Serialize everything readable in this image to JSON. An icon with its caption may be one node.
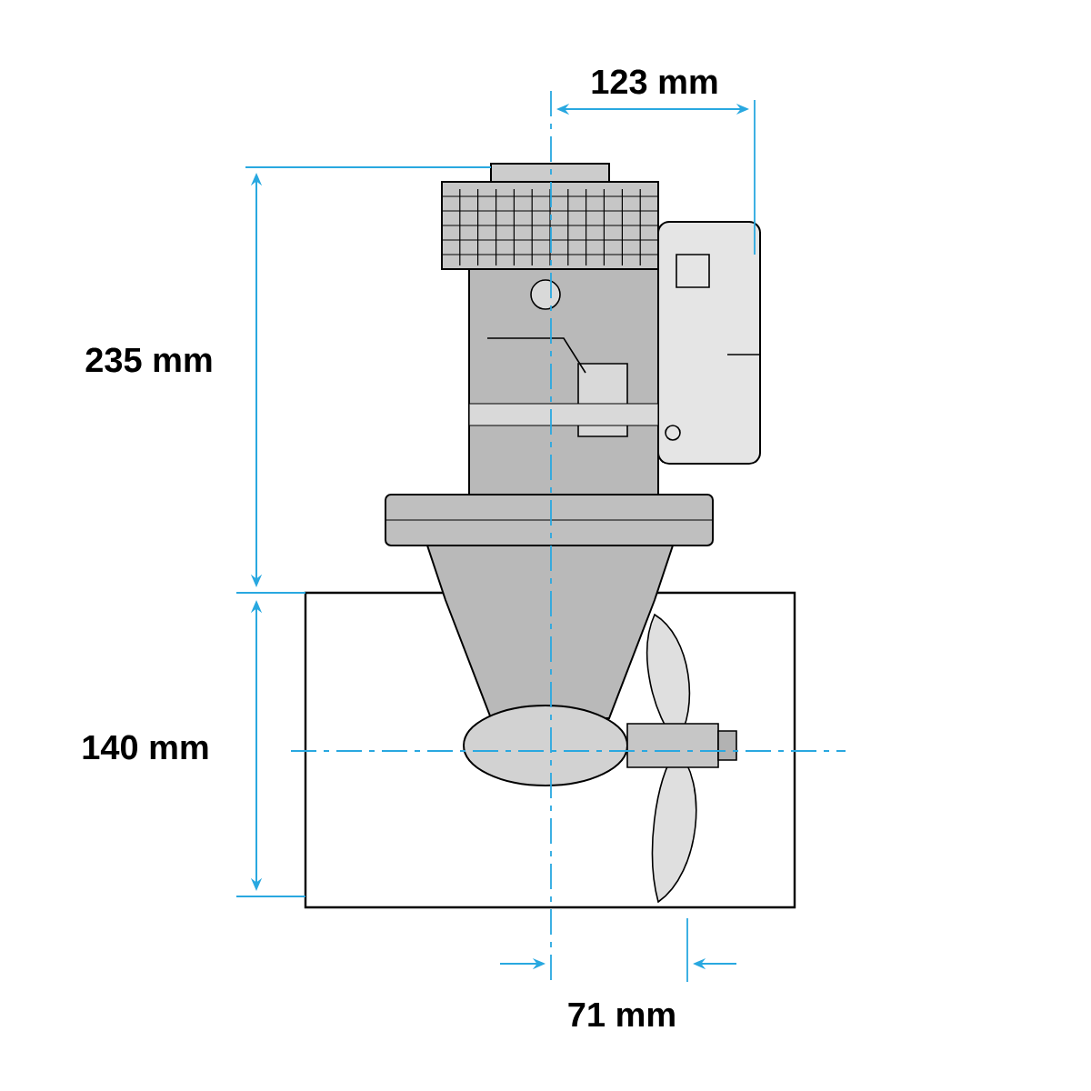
{
  "diagram": {
    "labels": [
      "123 mm",
      "235 mm",
      "140 mm",
      "71 mm"
    ]
  }
}
